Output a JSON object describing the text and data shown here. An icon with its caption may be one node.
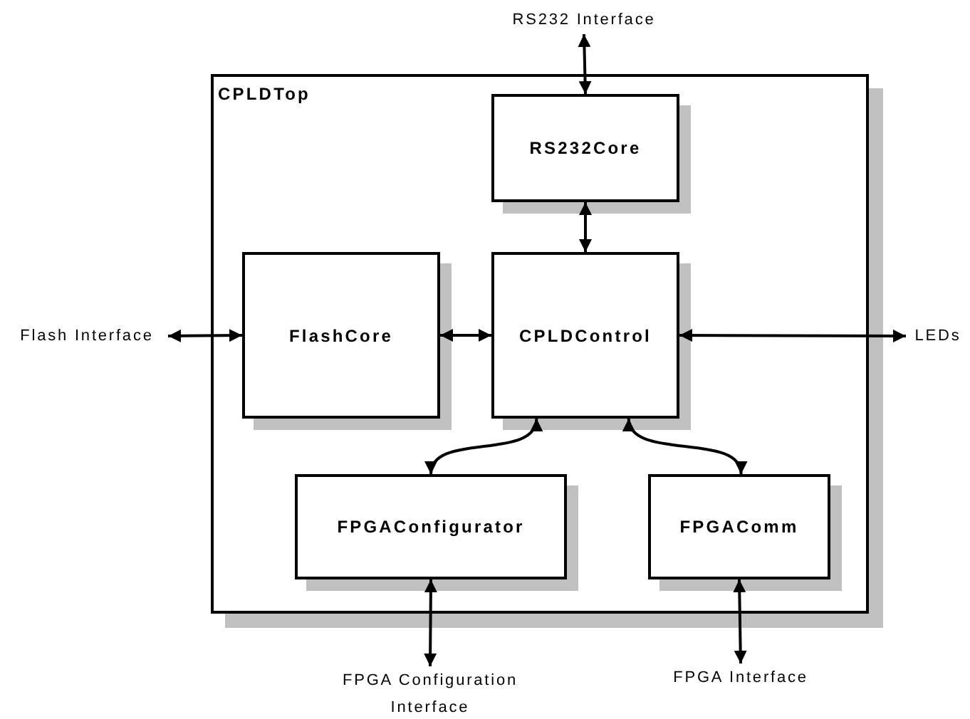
{
  "diagram": {
    "nodes": [
      {
        "text": [
          "CPLDTop"
        ]
      },
      {
        "text": [
          "RS232Core"
        ],
        "in": 0
      },
      {
        "text": [
          "FlashCore"
        ],
        "in": 0
      },
      {
        "text": [
          "CPLDControl"
        ],
        "in": 0
      },
      {
        "text": [
          "FPGAConfigurator"
        ],
        "in": 0
      },
      {
        "text": [
          "FPGAComm"
        ],
        "in": 0
      },
      {
        "text": [
          "RS232 Interface"
        ]
      },
      {
        "text": [
          "Flash Interface"
        ]
      },
      {
        "text": [
          "LEDs"
        ]
      },
      {
        "text": [
          "FPGA Configuration Interface"
        ]
      },
      {
        "text": [
          "FPGA Interface"
        ]
      }
    ],
    "edges": [
      {
        "from": 6,
        "to": 1,
        "arrow": "both"
      },
      {
        "from": 1,
        "to": 3,
        "arrow": "both"
      },
      {
        "from": 7,
        "to": 2,
        "arrow": "both"
      },
      {
        "from": 2,
        "to": 3,
        "arrow": "both"
      },
      {
        "from": 3,
        "to": 8,
        "arrow": "both"
      },
      {
        "from": 3,
        "to": 4,
        "arrow": "both"
      },
      {
        "from": 3,
        "to": 5,
        "arrow": "both"
      },
      {
        "from": 4,
        "to": 9,
        "arrow": "both"
      },
      {
        "from": 5,
        "to": 10,
        "arrow": "both"
      }
    ]
  }
}
